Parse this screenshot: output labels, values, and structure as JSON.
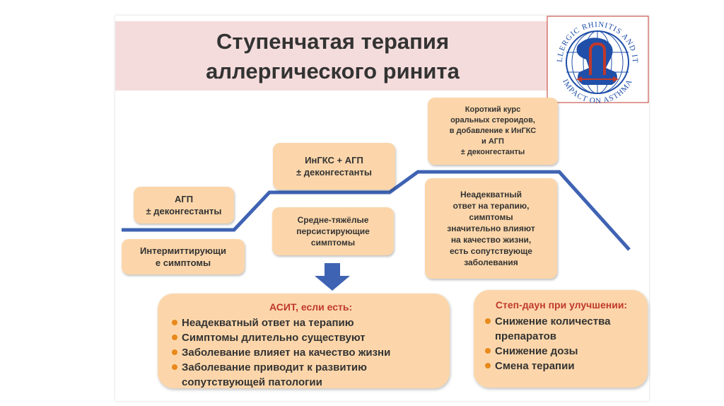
{
  "title": {
    "line1": "Ступенчатая терапия",
    "line2": "аллергического ринита"
  },
  "logo": {
    "text_top": "ALLERGIC RHINITIS AND ITS",
    "text_bottom": "IMPACT ON ASTHMA"
  },
  "steps": {
    "step1": {
      "line1": "АГП",
      "line2": "± деконгестанты"
    },
    "step2": {
      "line1": "ИнГКС + АГП",
      "line2": "± деконгестанты"
    },
    "step3": {
      "lines": [
        "Короткий курс",
        "оральных стероидов,",
        "в добавление к ИнГКС",
        "и АГП",
        "± деконгестанты"
      ]
    }
  },
  "conditions": {
    "intermittent": {
      "lines": [
        "Интермиттирующи",
        "е симптомы"
      ]
    },
    "persistent": {
      "lines": [
        "Средне-тяжёлые",
        "персистирующие",
        "симптомы"
      ]
    },
    "inadequate": {
      "lines": [
        "Неадекватный",
        "ответ на терапию,",
        "симптомы",
        "значительно влияют",
        "на качество жизни,",
        "есть сопутствующе",
        "заболевания"
      ]
    }
  },
  "asit": {
    "title": "АСИТ, если есть:",
    "items": [
      "Неадекватный ответ на терапию",
      "Симптомы длительно существуют",
      "Заболевание влияет на качество жизни",
      "Заболевание приводит к развитию сопутствующей патологии"
    ]
  },
  "stepdown": {
    "title": "Степ-даун при улучшении:",
    "items": [
      "Снижение количества препаратов",
      "Снижение дозы",
      "Смена терапии"
    ]
  },
  "colors": {
    "box_fill": "#fcd6aa",
    "step_line": "#3f63b3",
    "title_band": "#f5dcdc",
    "accent_red": "#c0392b",
    "bullet": "#e8891c",
    "logo_blue": "#1f4fa8"
  }
}
